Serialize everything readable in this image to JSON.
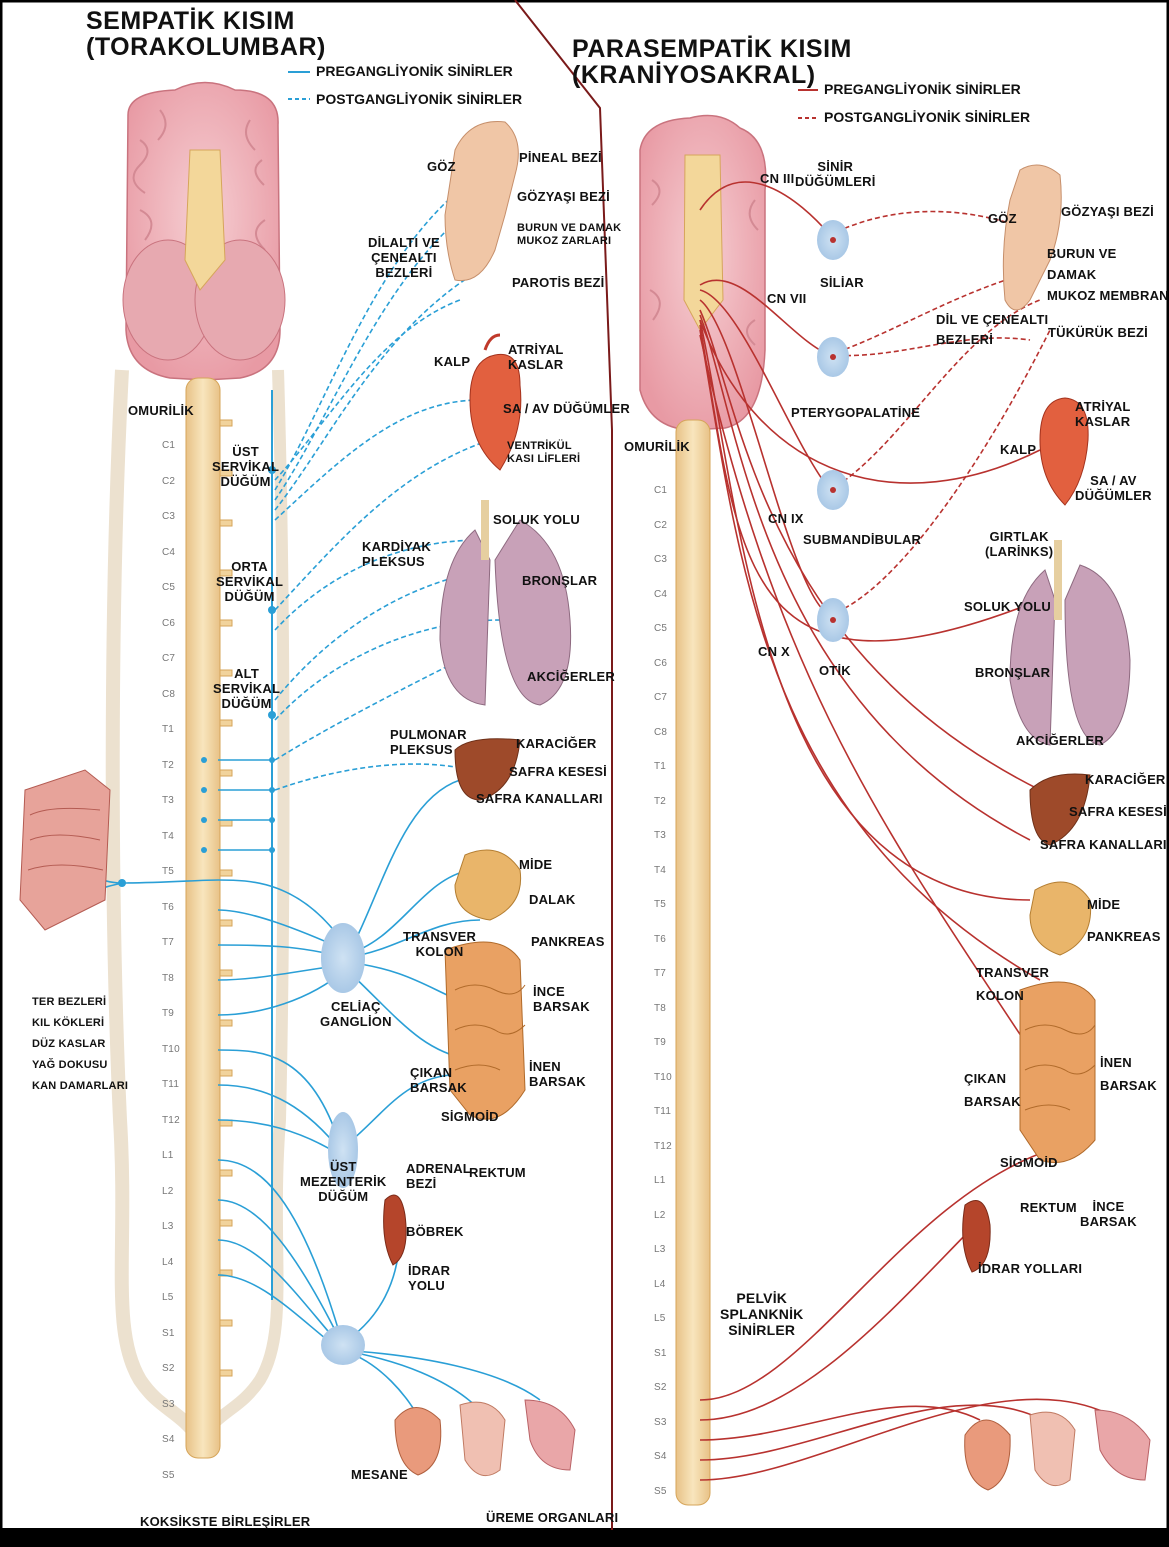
{
  "colors": {
    "sympathetic": "#2a9fd6",
    "parasympathetic": "#b8322f",
    "spine": "#f3d9a4",
    "brain": "#f2b7bd",
    "ganglion": "#b9d4ec",
    "organ": "#e9a163"
  },
  "sympathetic": {
    "title": "SEMPATİK KISIM\n(TORAKOLUMBAR)",
    "legend": {
      "pre": "PREGANGLİYONİK SİNİRLER",
      "post": "POSTGANGLİYONİK SİNİRLER"
    },
    "omurilik": "OMURİLİK",
    "vertebrae": [
      "C1",
      "C2",
      "C3",
      "C4",
      "C5",
      "C6",
      "C7",
      "C8",
      "T1",
      "T2",
      "T3",
      "T4",
      "T5",
      "T6",
      "T7",
      "T8",
      "T9",
      "T10",
      "T11",
      "T12",
      "L1",
      "L2",
      "L3",
      "L4",
      "L5",
      "S1",
      "S2",
      "S3",
      "S4",
      "S5"
    ],
    "ganglia": {
      "ust_servikal": "ÜST\nSERVİKAL\nDÜĞÜM",
      "orta_servikal": "ORTA\nSERVİKAL\nDÜĞÜM",
      "alt_servikal": "ALT\nSERVİKAL\nDÜĞÜM",
      "celiac": "CELİAÇ\nGANGLİON",
      "ust_mezenterik": "ÜST\nMEZENTERİK\nDÜĞÜM"
    },
    "plexus": {
      "kardiyak": "KARDİYAK\nPLEKSUS",
      "pulmonar": "PULMONAR\nPLEKSUS"
    },
    "head": {
      "pineal": "PİNEAL BEZİ",
      "goz": "GÖZ",
      "gozyasi": "GÖZYAŞI BEZİ",
      "burun": "BURUN VE DAMAK\nMUKOZ ZARLARI",
      "dilalti": "DİLALTI VE\nÇENEALTI\nBEZLERİ",
      "parotis": "PAROTİS BEZİ"
    },
    "heart": {
      "kalp": "KALP",
      "atriyal": "ATRİYAL\nKASLAR",
      "sa_av": "SA / AV  DÜĞÜMLER",
      "ventrikul": "VENTRİKÜL\nKASI LİFLERİ"
    },
    "lungs": {
      "soluk_yolu": "SOLUK YOLU",
      "bronslar": "BRONŞLAR",
      "akcigerler": "AKCİĞERLER"
    },
    "liver": {
      "karaciger": "KARACİĞER",
      "safra_kesesi": "SAFRA KESESİ",
      "safra_kanallari": "SAFRA KANALLARI"
    },
    "gut": {
      "mide": "MİDE",
      "dalak": "DALAK",
      "pankreas": "PANKREAS",
      "transver": "TRANSVER\nKOLON",
      "ince": "İNCE\nBARSAK",
      "inen": "İNEN\nBARSAK",
      "cikan": "ÇIKAN\nBARSAK",
      "sigmoid": "SİGMOİD",
      "rektum": "REKTUM"
    },
    "kidney": {
      "adrenal": "ADRENAL\nBEZİ",
      "bobrek": "BÖBREK",
      "idrar": "İDRAR\nYOLU"
    },
    "skin": "TER BEZLERİ\nKIL KÖKLERİ\nDÜZ KASLAR\nYAĞ DOKUSU\nKAN DAMARLARI",
    "bottom": {
      "koksiks": "KOKSİKSTE BİRLEŞİRLER",
      "mesane": "MESANE",
      "ureme": "ÜREME ORGANLARI"
    }
  },
  "parasympathetic": {
    "title": "PARASEMPATİK KISIM\n(KRANİYOSAKRAL)",
    "legend": {
      "pre": "PREGANGLİYONİK SİNİRLER",
      "post": "POSTGANGLİYONİK SİNİRLER"
    },
    "omurilik": "OMURİLİK",
    "vertebrae": [
      "C1",
      "C2",
      "C3",
      "C4",
      "C5",
      "C6",
      "C7",
      "C8",
      "T1",
      "T2",
      "T3",
      "T4",
      "T5",
      "T6",
      "T7",
      "T8",
      "T9",
      "T10",
      "T11",
      "T12",
      "L1",
      "L2",
      "L3",
      "L4",
      "L5",
      "S1",
      "S2",
      "S3",
      "S4",
      "S5"
    ],
    "cranial": {
      "cn3": "CN III",
      "cn7": "CN VII",
      "cn9": "CN IX",
      "cn10": "CN X"
    },
    "ganglia": {
      "sinir_dugumleri": "SİNİR\nDÜĞÜMLERİ",
      "siliar": "SİLİAR",
      "ptery": "PTERYGOPALATİNE",
      "submand": "SUBMANDİBULAR",
      "otik": "OTİK"
    },
    "head": {
      "goz": "GÖZ",
      "gozyasi": "GÖZYAŞI BEZİ",
      "burun": "BURUN VE DAMAK\nMUKOZ MEMBRAN",
      "dil": "DİL VE ÇENEALTI\nBEZLERİ",
      "tukuruk": "TÜKÜRÜK BEZİ"
    },
    "heart": {
      "atriyal": "ATRİYAL\nKASLAR",
      "kalp": "KALP",
      "sa_av": "SA / AV\nDÜĞÜMLER"
    },
    "lungs": {
      "girtlak": "GIRTLAK\n(LARİNKS)",
      "soluk_yolu": "SOLUK YOLU",
      "bronslar": "BRONŞLAR",
      "akcigerler": "AKCİĞERLER"
    },
    "liver": {
      "karaciger": "KARACİĞER",
      "safra_kesesi": "SAFRA KESESİ",
      "safra_kanallari": "SAFRA KANALLARI"
    },
    "gut": {
      "mide": "MİDE",
      "pankreas": "PANKREAS",
      "transver": "TRANSVER\nKOLON",
      "cikan": "ÇIKAN\nBARSAK",
      "inen": "İNEN\nBARSAK",
      "sigmoid": "SİGMOİD",
      "rektum": "REKTUM",
      "ince": "İNCE\nBARSAK"
    },
    "idrar": "İDRAR YOLLARI",
    "pelvik": "PELVİK\nSPLANKNİK\nSİNİRLER"
  }
}
